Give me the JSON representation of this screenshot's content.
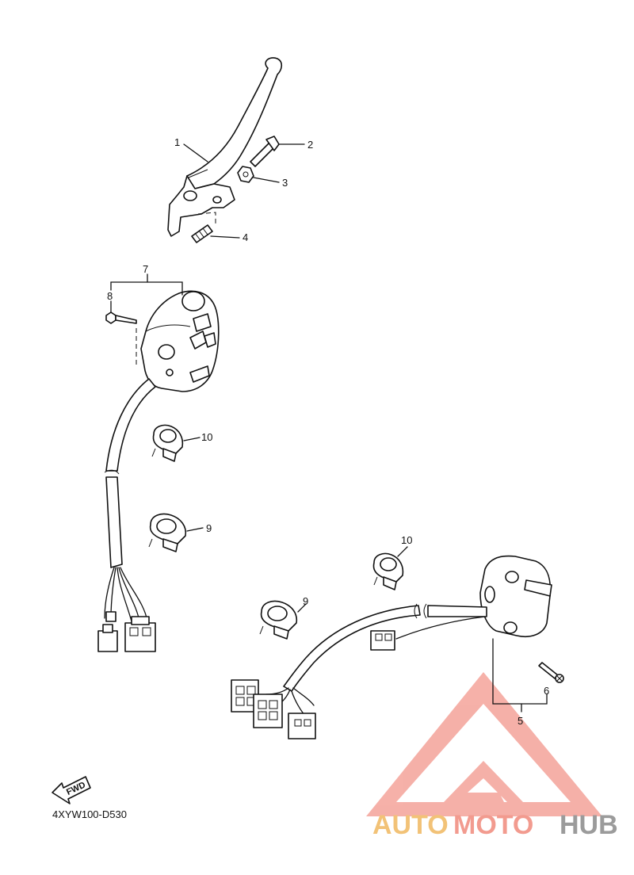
{
  "callouts": {
    "c1": "1",
    "c2": "2",
    "c3": "3",
    "c4": "4",
    "c5": "5",
    "c6": "6",
    "c7": "7",
    "c8": "8",
    "c9a": "9",
    "c9b": "9",
    "c10a": "10",
    "c10b": "10"
  },
  "diagram_code": "4XYW100-D530",
  "fwd_label": "FWD",
  "watermark": {
    "part1": "AUTO",
    "part2": "MOTO",
    "part3": "HUB"
  },
  "colors": {
    "ink": "#111111",
    "watermark_triangle": "#f4a39a",
    "watermark_auto": "#f0b860",
    "watermark_moto": "#f08a7c",
    "watermark_hub": "#8a8a8a"
  }
}
